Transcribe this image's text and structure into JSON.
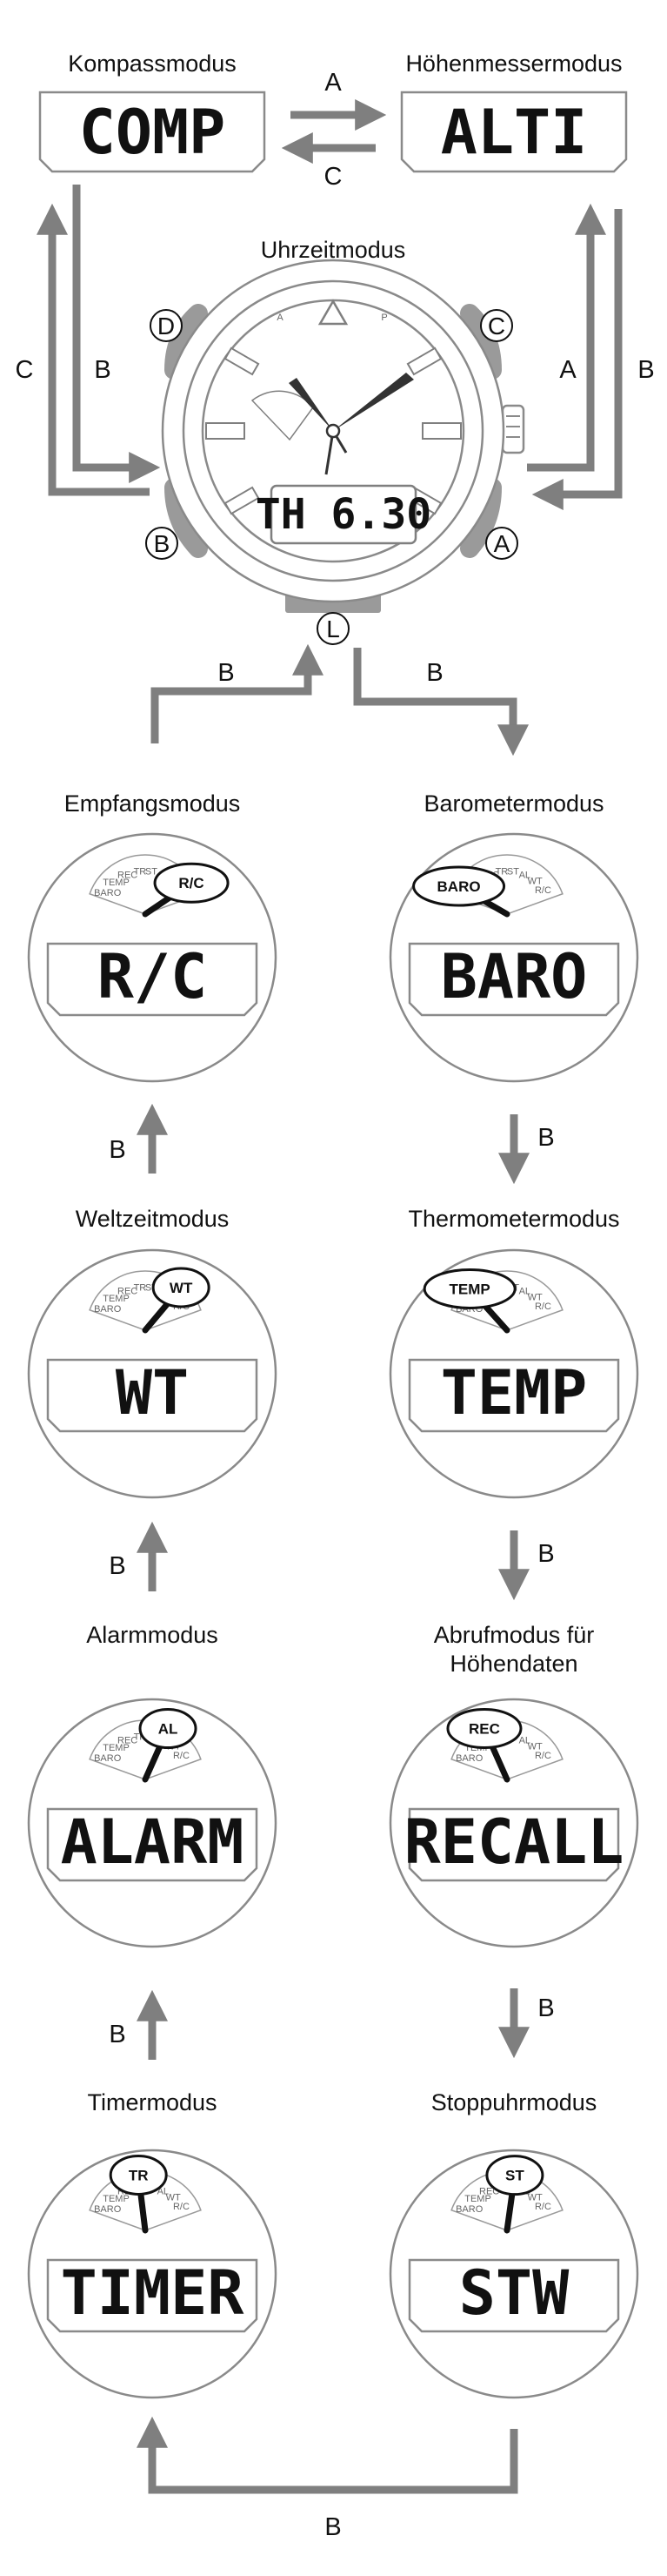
{
  "top": {
    "compass": {
      "title": "Kompassmodus",
      "display": "COMP"
    },
    "altimeter": {
      "title": "Höhenmessermodus",
      "display": "ALTI"
    },
    "timekeeping": {
      "title": "Uhrzeitmodus",
      "display": "TH 6.30"
    },
    "arrows": {
      "a": "A",
      "c": "C",
      "left_c": "C",
      "left_b": "B",
      "right_a": "A",
      "right_b": "B",
      "down_left_b": "B",
      "down_right_b": "B"
    }
  },
  "watch": {
    "buttons": {
      "d": "D",
      "c": "C",
      "b": "B",
      "a": "A",
      "l": "L"
    },
    "bezel": {
      "a": "A",
      "p": "P"
    },
    "subdial": [
      "BARO",
      "TEMP",
      "REC",
      "TR",
      "ST",
      "AL",
      "WT",
      "R/C"
    ]
  },
  "modes": [
    {
      "title": "Empfangsmodus",
      "display": "R/C",
      "highlight": "R/C"
    },
    {
      "title": "Barometermodus",
      "display": "BARO",
      "highlight": "BARO"
    },
    {
      "title": "Weltzeitmodus",
      "display": "WT",
      "highlight": "WT"
    },
    {
      "title": "Thermometermodus",
      "display": "TEMP",
      "highlight": "TEMP"
    },
    {
      "title": "Alarmmodus",
      "display": "ALARM",
      "highlight": "AL"
    },
    {
      "title_line1": "Abrufmodus für",
      "title_line2": "Höhendaten",
      "display": "RECALL",
      "highlight": "REC"
    },
    {
      "title": "Timermodus",
      "display": "TIMER",
      "highlight": "TR"
    },
    {
      "title": "Stoppuhrmodus",
      "display": "STW",
      "highlight": "ST"
    }
  ],
  "flow": {
    "b1": "B",
    "b2": "B",
    "b3": "B",
    "b4": "B",
    "b5": "B",
    "b6": "B",
    "bottom": "B"
  }
}
